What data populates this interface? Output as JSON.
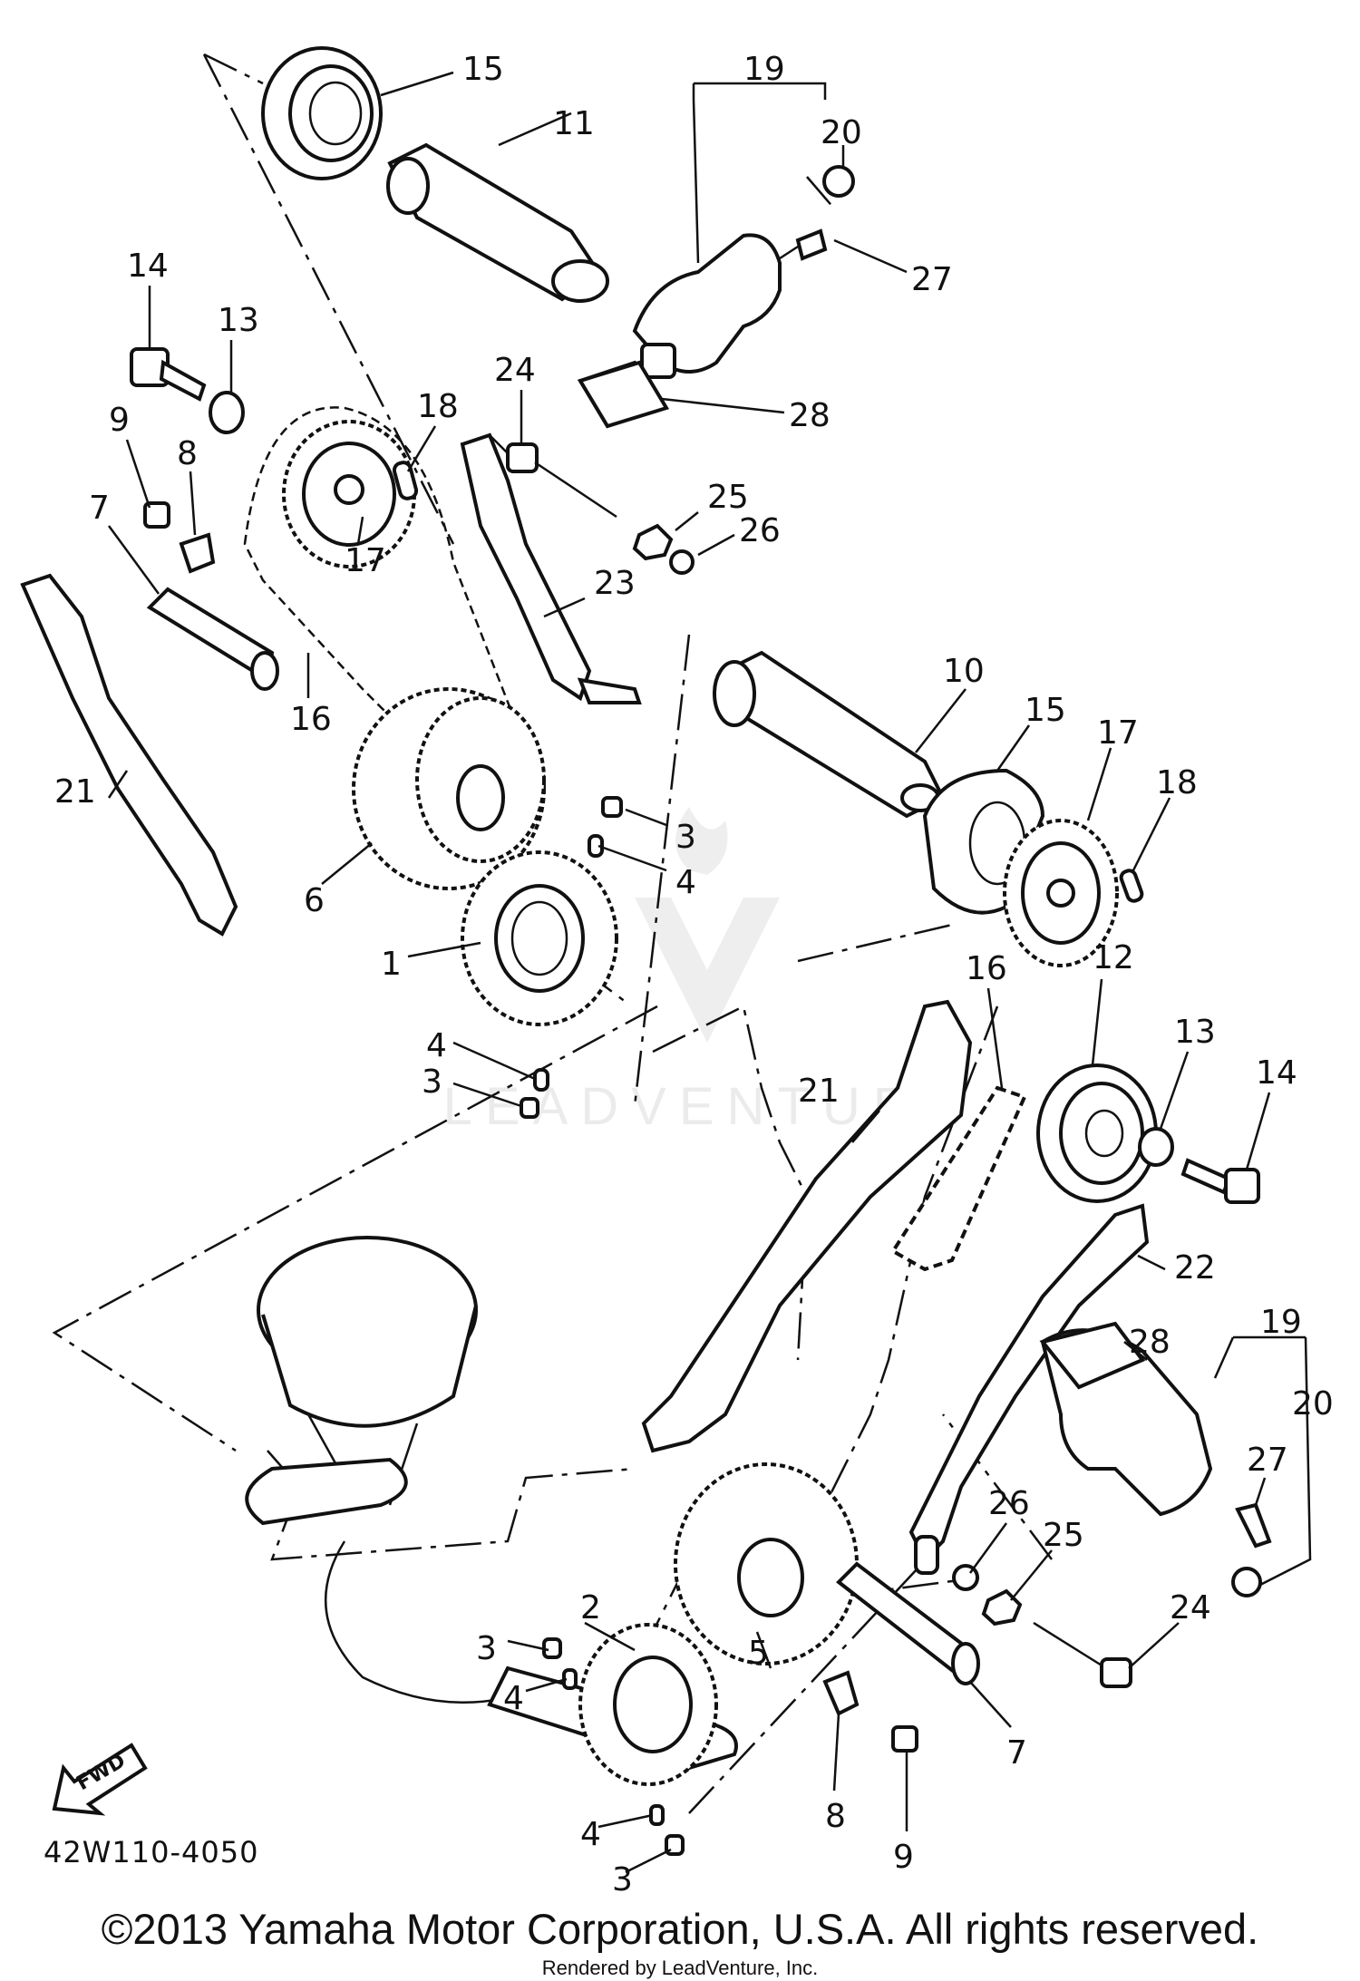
{
  "diagram": {
    "reference_code": "42W110-4050",
    "copyright": "©2013 Yamaha Motor Corporation, U.S.A. All rights reserved.",
    "rendered_by": "Rendered by LeadVenture, Inc.",
    "watermark": "LEADVENTURE",
    "direction_badge": "FWD",
    "callouts": {
      "c1": "1",
      "c2": "2",
      "c3a": "3",
      "c3b": "3",
      "c3c": "3",
      "c3d": "3",
      "c4a": "4",
      "c4b": "4",
      "c4c": "4",
      "c4d": "4",
      "c5": "5",
      "c6": "6",
      "c7a": "7",
      "c7b": "7",
      "c8a": "8",
      "c8b": "8",
      "c9a": "9",
      "c9b": "9",
      "c10": "10",
      "c11": "11",
      "c12": "12",
      "c13a": "13",
      "c13b": "13",
      "c14a": "14",
      "c14b": "14",
      "c15a": "15",
      "c15b": "15",
      "c16a": "16",
      "c16b": "16",
      "c17a": "17",
      "c17b": "17",
      "c18a": "18",
      "c18b": "18",
      "c19a": "19",
      "c19b": "19",
      "c20a": "20",
      "c20b": "20",
      "c21a": "21",
      "c21b": "21",
      "c22": "22",
      "c23": "23",
      "c24a": "24",
      "c24b": "24",
      "c25a": "25",
      "c25b": "25",
      "c26a": "26",
      "c26b": "26",
      "c27a": "27",
      "c27b": "27",
      "c28a": "28",
      "c28b": "28"
    }
  }
}
